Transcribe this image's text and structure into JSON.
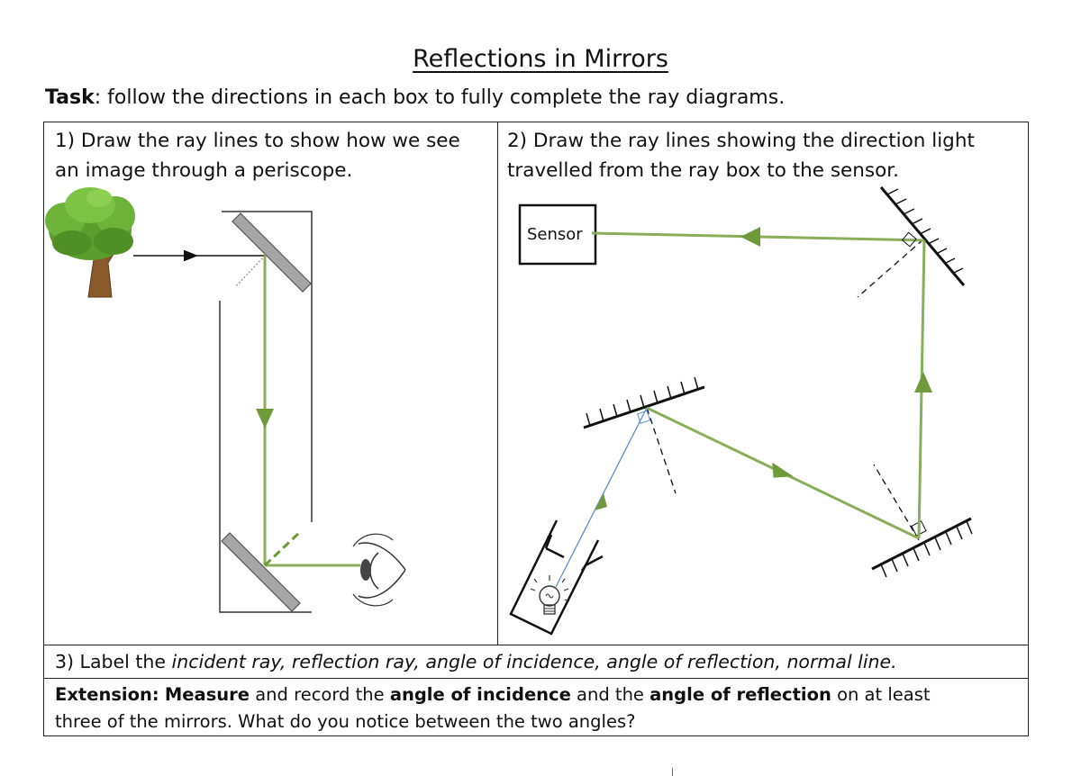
{
  "title": "Reflections in Mirrors",
  "task": {
    "label": "Task",
    "text": ": follow the directions in each box to fully complete the ray diagrams."
  },
  "box1": {
    "line1": "1) Draw the ray lines to show how we see",
    "line2": "an image through a periscope."
  },
  "box2": {
    "line1": "2) Draw the ray lines showing the direction light",
    "line2": "travelled from the ray box to the sensor.",
    "sensor_label": "Sensor"
  },
  "box3": {
    "prefix": "3) Label the ",
    "items": "incident ray, reflection ray, angle of incidence, angle of reflection, normal line."
  },
  "extension": {
    "label": "Extension:",
    "measure": "Measure",
    "t1": " and record the ",
    "angle_incidence": "angle of incidence",
    "t2": " and the ",
    "angle_reflection": "angle of reflection",
    "t3": " on at least",
    "line2": "three of the mirrors. What do you notice between the two angles?"
  },
  "colors": {
    "ray": "#8aae59",
    "blue_ray": "#5b8fd0",
    "mirror": "#a6a6a6"
  }
}
